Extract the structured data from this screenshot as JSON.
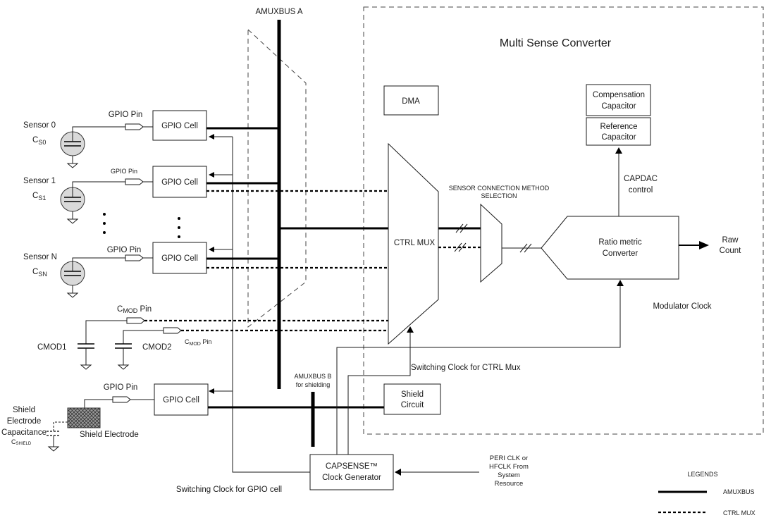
{
  "amuxbus_a": "AMUXBUS A",
  "msc_title": "Multi Sense Converter",
  "dma": "DMA",
  "comp_cap": [
    "Compensation",
    "Capacitor"
  ],
  "ref_cap": [
    "Reference",
    "Capacitor"
  ],
  "capdac": [
    "CAPDAC",
    "control"
  ],
  "scms": [
    "SENSOR CONNECTION METHOD",
    "SELECTION"
  ],
  "ctrl_mux": "CTRL MUX",
  "ratio": [
    "Ratio metric",
    "Converter"
  ],
  "raw": [
    "Raw",
    "Count"
  ],
  "mod_clock": "Modulator Clock",
  "sw_ctrl": "Switching Clock for CTRL Mux",
  "sw_gpio": "Switching Clock for GPIO cell",
  "amuxbus_b": [
    "AMUXBUS B",
    "for shielding"
  ],
  "shield_circuit": [
    "Shield",
    "Circuit"
  ],
  "clockgen": [
    "CAPSENSE™",
    "Clock Generator"
  ],
  "peri": [
    "PERI CLK or",
    "HFCLK From",
    "System",
    "Resource"
  ],
  "gpio_pin": "GPIO Pin",
  "gpio_cell": "GPIO Cell",
  "sensors": [
    {
      "name": "Sensor 0",
      "cap": "C",
      "sub": "S0",
      "pin": "GPIO Pin"
    },
    {
      "name": "Sensor 1",
      "cap": "C",
      "sub": "S1",
      "pin": "GPIO Pin"
    },
    {
      "name": "Sensor N",
      "cap": "C",
      "sub": "SN",
      "pin": "GPIO Pin"
    }
  ],
  "cmod_pin": {
    "c": "C",
    "sub": "MOD",
    "rest": " Pin"
  },
  "cmod1": "CMOD1",
  "cmod2": "CMOD2",
  "shield_cap": [
    "Shield",
    "Electrode",
    "Capacitance"
  ],
  "cshield": {
    "c": "C",
    "sub": "SHIELD"
  },
  "shield_electrode": "Shield Electrode",
  "legends": {
    "title": "LEGENDS",
    "amux": "AMUXBUS",
    "ctrl": "CTRL MUX"
  }
}
